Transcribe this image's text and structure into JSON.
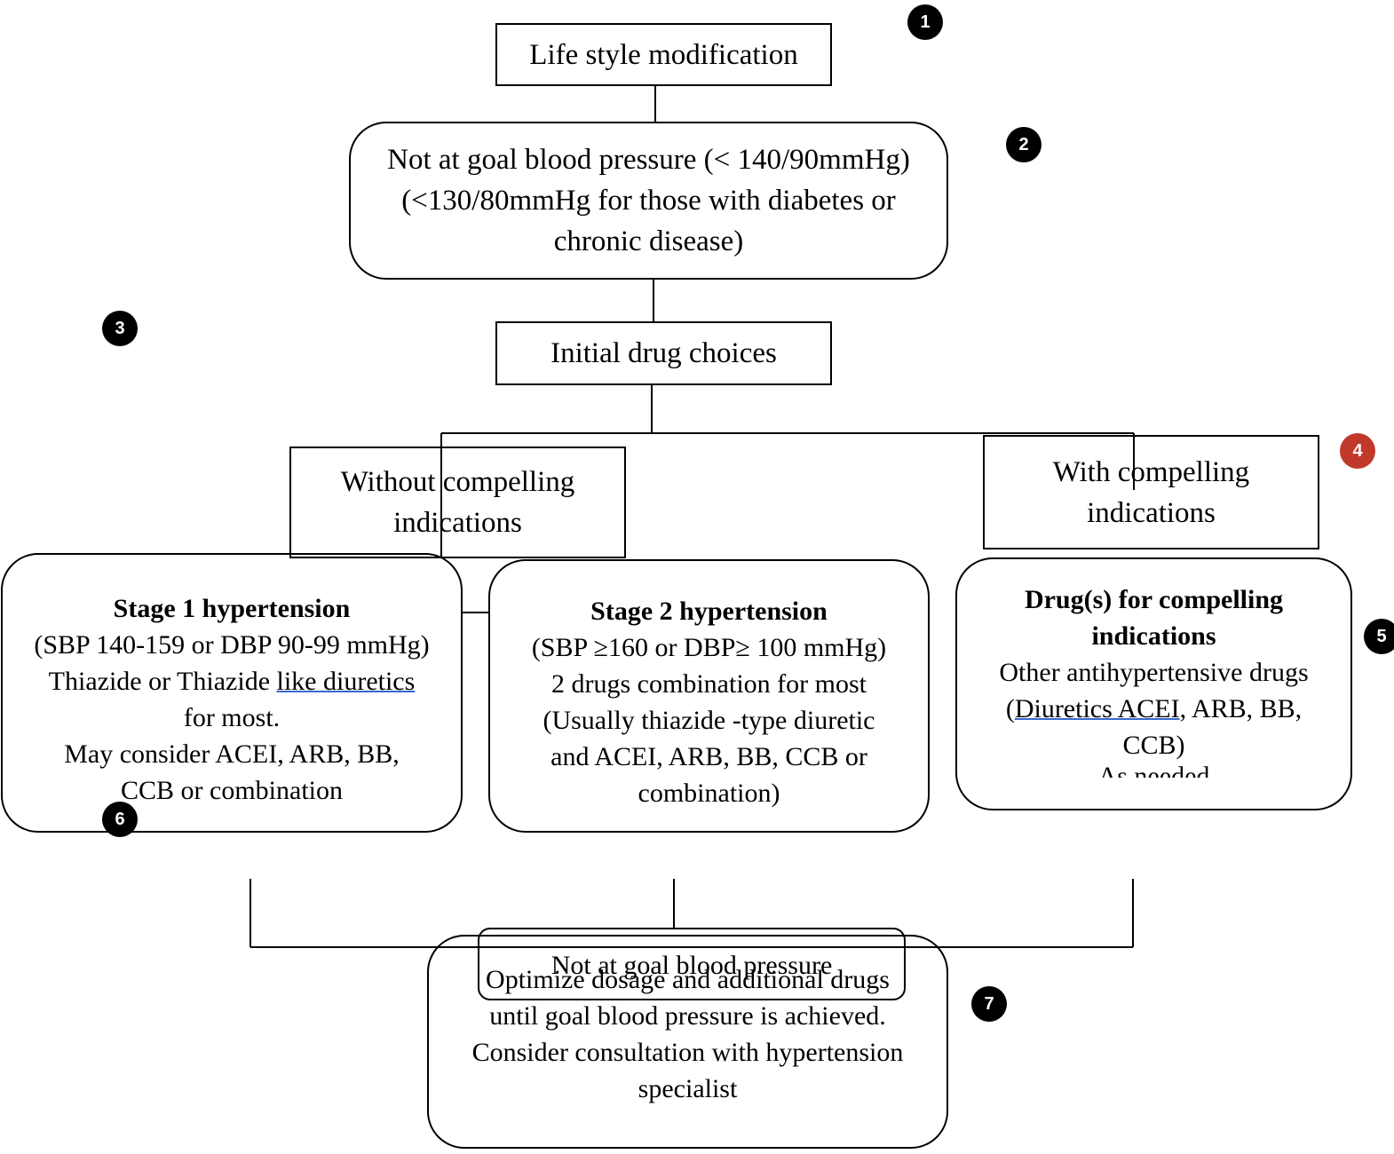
{
  "nodes": {
    "lifestyle": {
      "text": "Life style modification"
    },
    "not_at_goal": {
      "line1": "Not at goal blood pressure (< 140/90mmHg)",
      "line2": "(<130/80mmHg for those with diabetes or",
      "line3": "chronic disease)"
    },
    "initial": {
      "text": "Initial drug choices"
    },
    "without": {
      "line1": "Without compelling",
      "line2": "indications"
    },
    "with": {
      "line1": "With compelling",
      "line2": "indications"
    },
    "stage1": {
      "title": "Stage 1 hypertension",
      "line1": "(SBP 140-159 or DBP 90-99 mmHg)",
      "line2a": "Thiazide or Thiazide ",
      "line2b": "like  diuretics",
      "line3": "for most.",
      "line4": "May consider ACEI, ARB, BB,",
      "line5": "CCB or combination"
    },
    "stage2": {
      "title": "Stage 2 hypertension",
      "line1": "(SBP ≥160 or DBP≥ 100 mmHg)",
      "line2": "2 drugs combination for most",
      "line3": "(Usually thiazide -type diuretic",
      "line4": "and ACEI, ARB, BB, CCB or",
      "line5": "combination)"
    },
    "compelling": {
      "title1": "Drug(s) for compelling",
      "title2": "indications",
      "line1": "Other antihypertensive drugs",
      "line2a": "(",
      "line2b": "Diuretics  ACEI",
      "line2c": ", ARB, BB,",
      "line3": "CCB)",
      "line4": "As needed"
    },
    "not_at_goal_2": {
      "text": "Not at goal blood pressure"
    },
    "optimize": {
      "line1": "Optimize dosage and additional drugs",
      "line2": "until goal blood pressure is achieved.",
      "line3": "Consider consultation with hypertension",
      "line4": "specialist"
    }
  },
  "badges": [
    "1",
    "2",
    "3",
    "4",
    "5",
    "6",
    "7"
  ],
  "colors": {
    "red_badge": "#c0392b",
    "underline": "#3a67c9"
  }
}
